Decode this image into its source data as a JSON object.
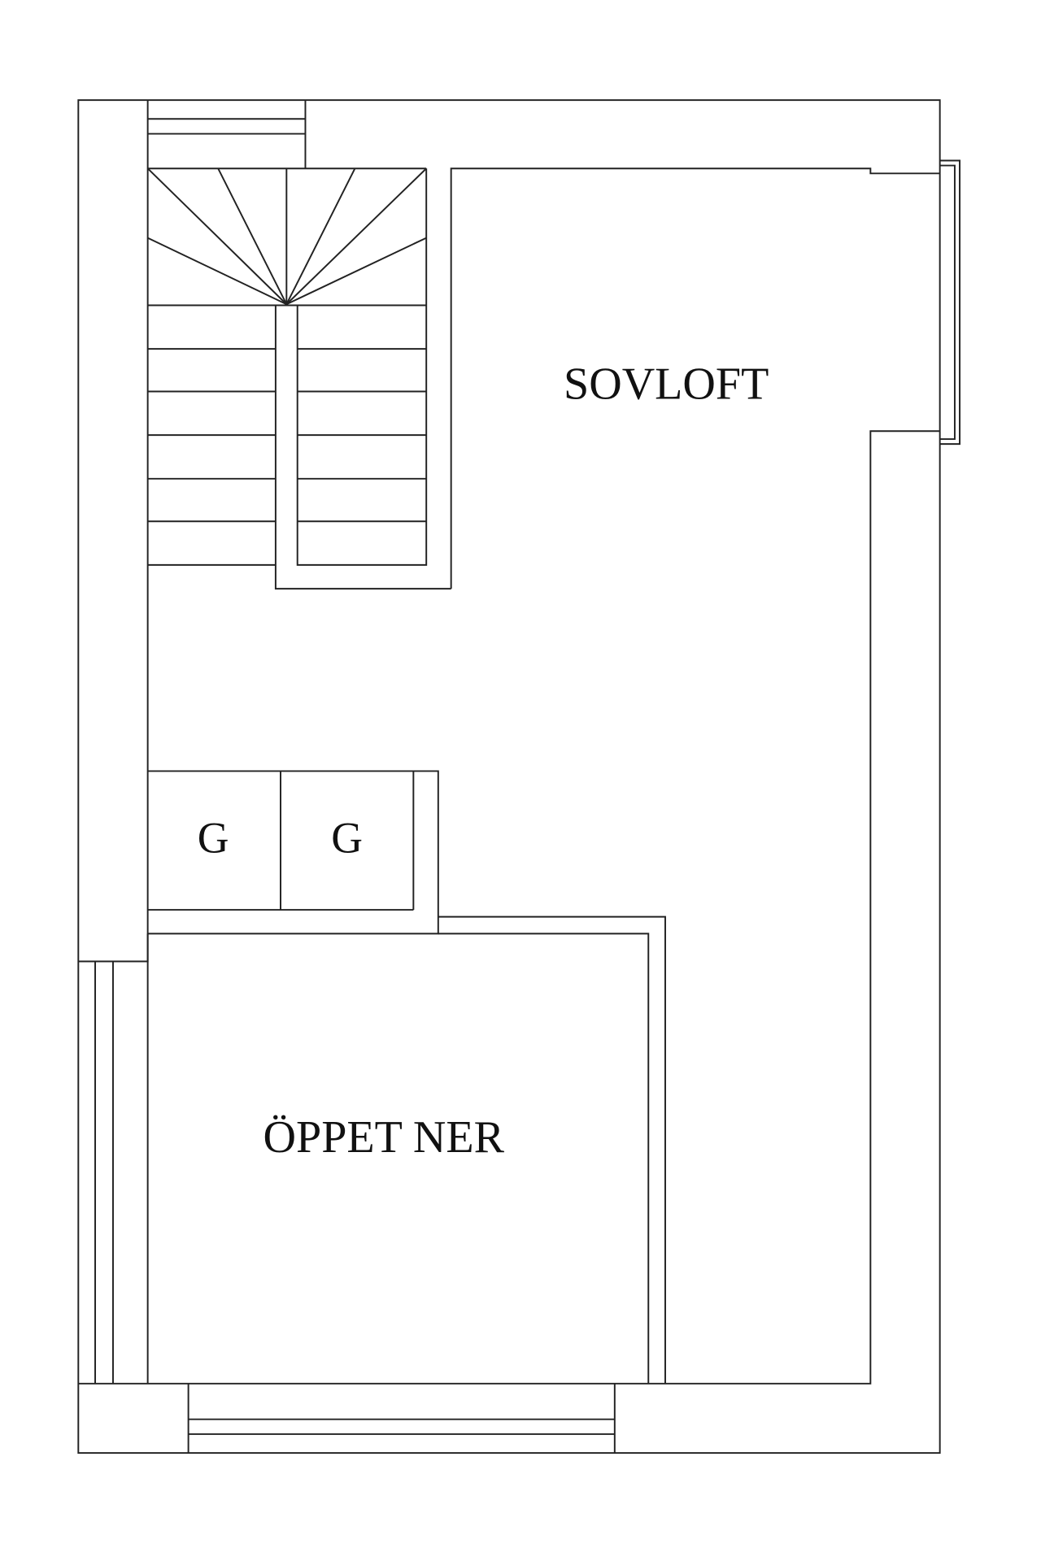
{
  "plan": {
    "rooms": [
      {
        "id": "sovloft",
        "label": "SOVLOFT"
      },
      {
        "id": "oppet-ner",
        "label": "ÖPPET NER"
      }
    ],
    "wardrobes": [
      {
        "id": "g1",
        "label": "G"
      },
      {
        "id": "g2",
        "label": "G"
      }
    ],
    "colors": {
      "line": "#222222",
      "background": "#ffffff"
    }
  }
}
